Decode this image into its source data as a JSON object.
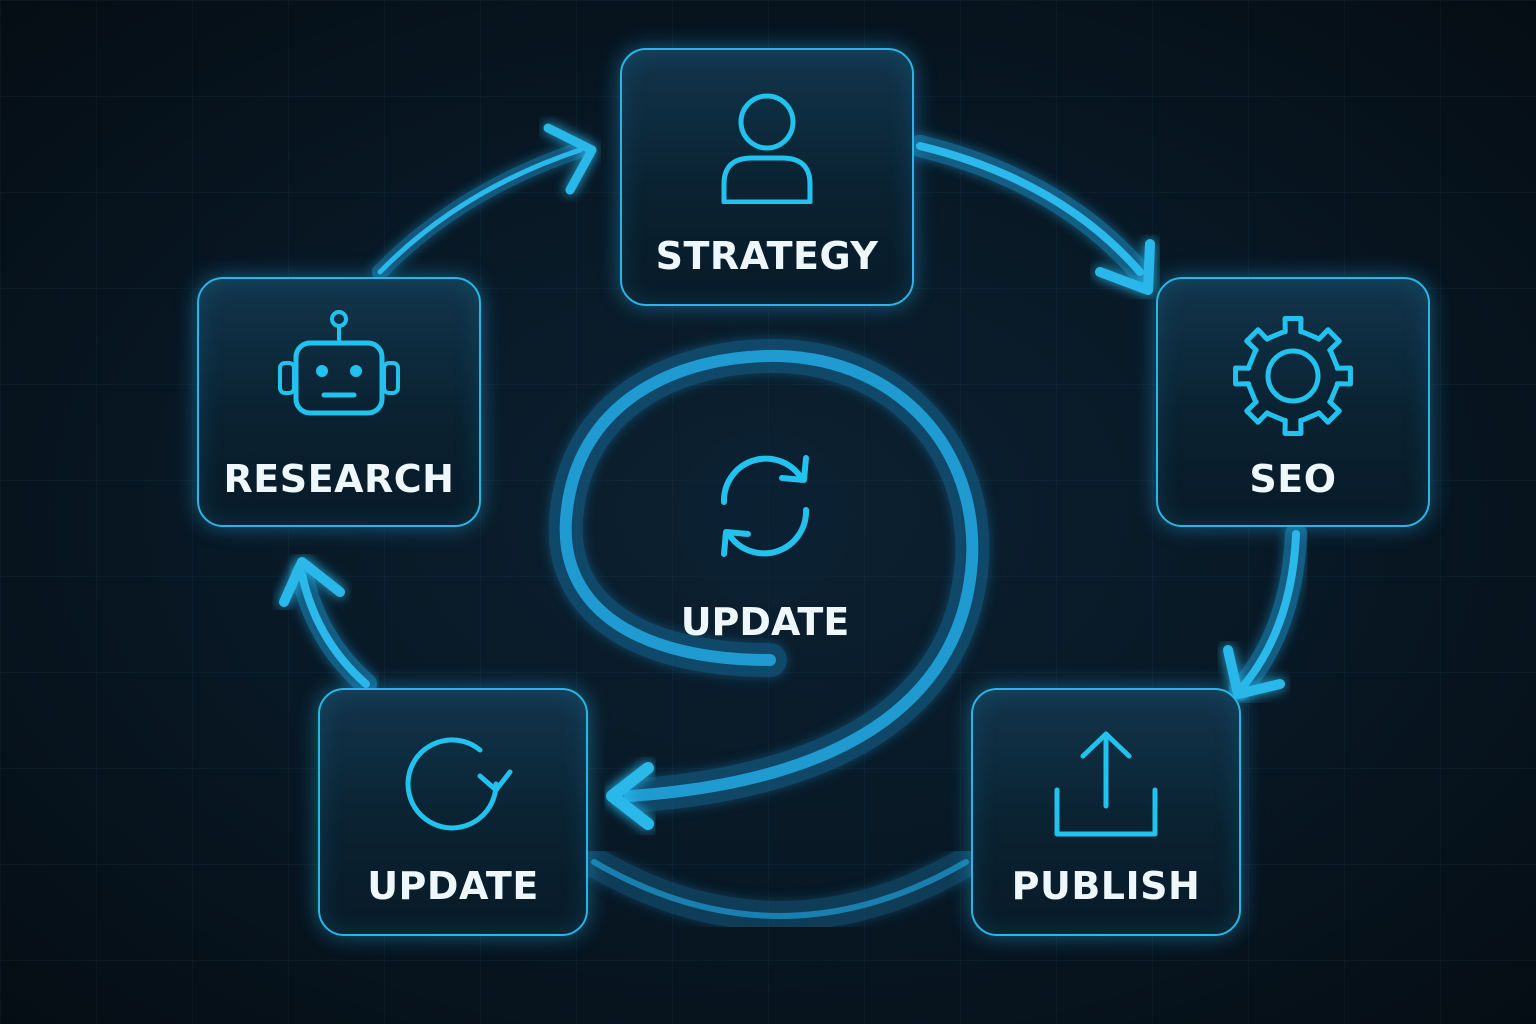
{
  "diagram": {
    "nodes": {
      "strategy": {
        "label": "STRATEGY",
        "icon": "user-icon"
      },
      "seo": {
        "label": "SEO",
        "icon": "gear-icon"
      },
      "publish": {
        "label": "PUBLISH",
        "icon": "upload-icon"
      },
      "update": {
        "label": "UPDATE",
        "icon": "refresh-icon"
      },
      "research": {
        "label": "RESEARCH",
        "icon": "robot-icon"
      }
    },
    "center": {
      "label": "UPDATE",
      "icon": "sync-icon"
    },
    "flow": [
      "research",
      "strategy",
      "seo",
      "publish",
      "update",
      "research"
    ]
  },
  "colors": {
    "accent": "#29b6e6",
    "background": "#081723",
    "text": "#eef7fb"
  }
}
